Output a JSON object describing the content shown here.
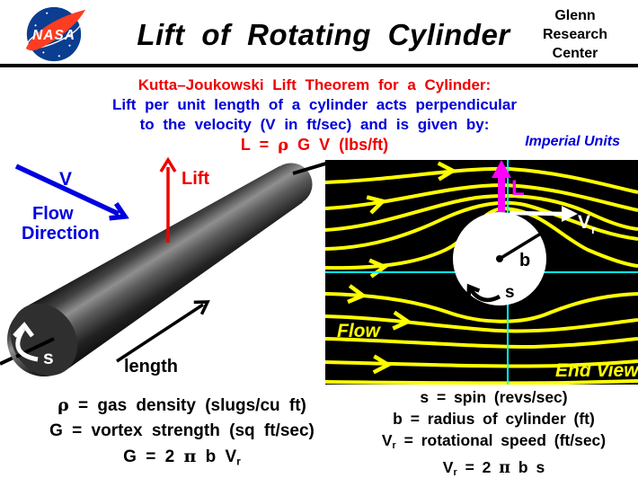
{
  "header": {
    "logo_text": "NASA",
    "title": "Lift of Rotating Cylinder",
    "org_line1": "Glenn",
    "org_line2": "Research",
    "org_line3": "Center"
  },
  "theorem": {
    "heading": "Kutta–Joukowski Lift Theorem for a Cylinder:",
    "body_line1": "Lift per unit length of a cylinder acts perpendicular",
    "body_line2": "to the velocity (V in ft/sec) and is given by:",
    "eq_lhs": "L = ",
    "eq_rho": "ρ",
    "eq_rhs": " G V (lbs/ft)",
    "units_note": "Imperial Units"
  },
  "side_view": {
    "velocity_symbol": "V",
    "flow_word1": "Flow",
    "flow_word2": "Direction",
    "lift_label": "Lift",
    "length_label": "length",
    "spin_symbol": "s"
  },
  "end_view": {
    "lift_symbol": "L",
    "speed_symbol": "V",
    "speed_sub": "r",
    "radius_symbol": "b",
    "spin_symbol": "s",
    "flow_label": "Flow",
    "caption": "End View"
  },
  "definitions": {
    "rho_sym": "ρ",
    "rho_rest": " = gas density (slugs/cu ft)",
    "g_line": "G = vortex strength (sq ft/sec)",
    "g_eq_pre": "G = 2 ",
    "pi": "π",
    "g_eq_mid": " b V",
    "sub_r": "r",
    "s_line": "s = spin (revs/sec)",
    "b_line": "b = radius of cylinder (ft)",
    "vr_pre": "V",
    "vr_rest": " = rotational speed (ft/sec)",
    "vr_eq_mid": " = 2 ",
    "vr_eq_end": " b s"
  },
  "colors": {
    "accent_red": "#ee0000",
    "accent_blue": "#0000d8",
    "lift_magenta": "#ff00ff",
    "streamline_yellow": "#ffff00",
    "axis_cyan": "#00ffff",
    "panel_black": "#000000",
    "nasa_blue": "#0b3d91",
    "nasa_red": "#fc3d21"
  }
}
